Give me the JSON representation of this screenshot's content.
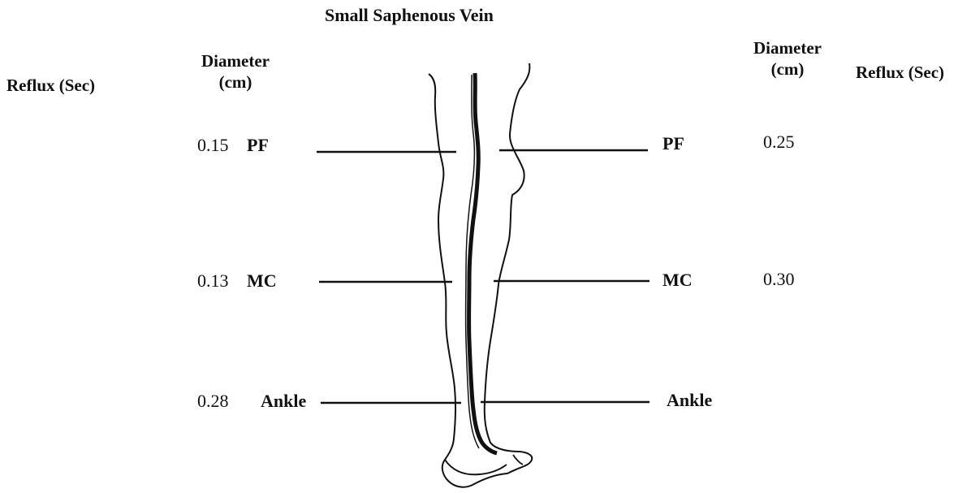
{
  "title": "Small Saphenous Vein",
  "headers": {
    "left_reflux": "Reflux (Sec)",
    "left_diameter_line1": "Diameter",
    "left_diameter_line2": "(cm)",
    "right_diameter_line1": "Diameter",
    "right_diameter_line2": "(cm)",
    "right_reflux": "Reflux (Sec)"
  },
  "levels": [
    {
      "label": "PF",
      "left_diameter": "0.15",
      "right_diameter": "0.25"
    },
    {
      "label": "MC",
      "left_diameter": "0.13",
      "right_diameter": "0.30"
    },
    {
      "label": "Ankle",
      "left_diameter": "0.28",
      "right_diameter": ""
    }
  ],
  "colors": {
    "ink": "#111111",
    "background": "#ffffff"
  }
}
